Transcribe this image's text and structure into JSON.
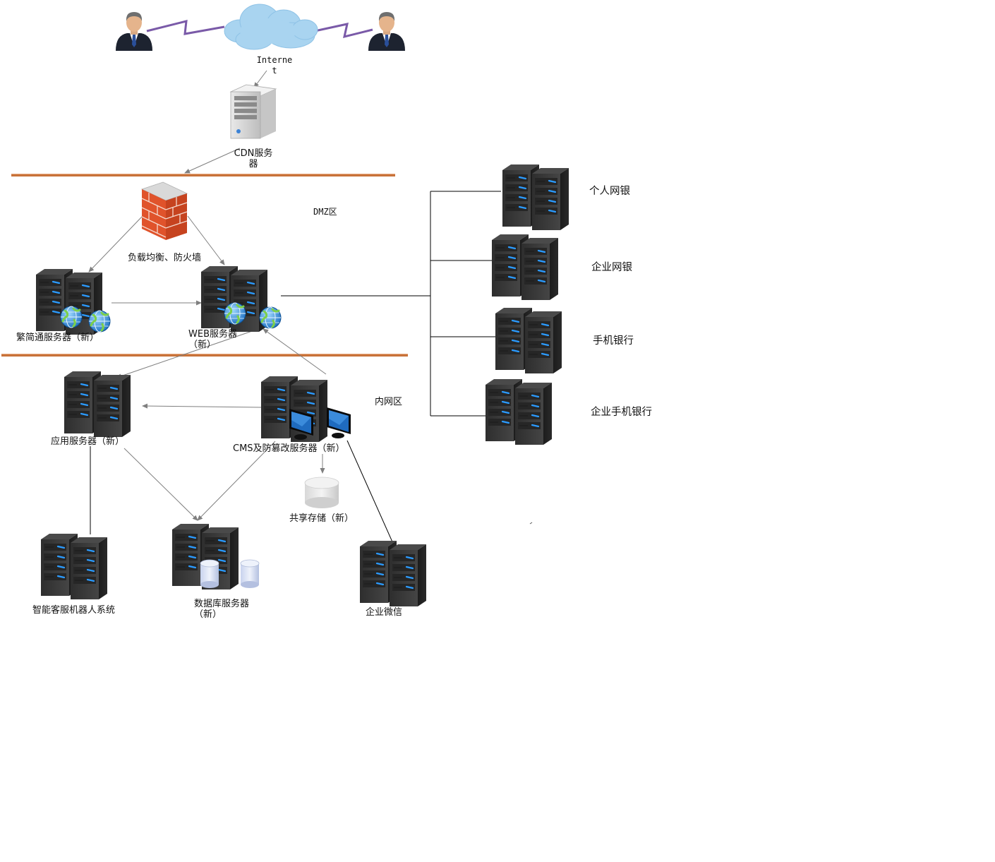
{
  "labels": {
    "internet_1": "Interne",
    "internet_2": "t",
    "cdn_1": "CDN服务",
    "cdn_2": "器",
    "firewall": "负载均衡、防火墙",
    "dmz": "DMZ区",
    "fanjian": "繁简通服务器（新）",
    "web_1": "WEB服务器",
    "web_2": "（新）",
    "intranet": "内网区",
    "app": "应用服务器（新）",
    "cms": "CMS及防篡改服务器（新）",
    "storage": "共享存储（新）",
    "robot": "智能客服机器人系统",
    "db_1": "数据库服务器",
    "db_2": "（新）",
    "wechat": "企业微信",
    "personal_bank": "个人网银",
    "corp_bank": "企业网银",
    "mobile_bank": "手机银行",
    "corp_mobile_bank": "企业手机银行"
  },
  "colors": {
    "zone_line": "#c8733a",
    "connector": "#7f7f7f",
    "connector_dark": "#000000",
    "lightning": "#7a5aa8",
    "server_body": "#3a3a3a",
    "server_led": "#1e90ff",
    "cloud": "#a9d4f0",
    "firewall_brick": "#e0532b"
  },
  "icons": {
    "person": "person-icon",
    "cloud": "cloud-icon",
    "cdn": "cdn-server-icon",
    "firewall": "firewall-icon",
    "rack": "rack-server-icon",
    "globe": "globe-icon",
    "monitor": "monitor-icon",
    "database": "database-icon"
  }
}
